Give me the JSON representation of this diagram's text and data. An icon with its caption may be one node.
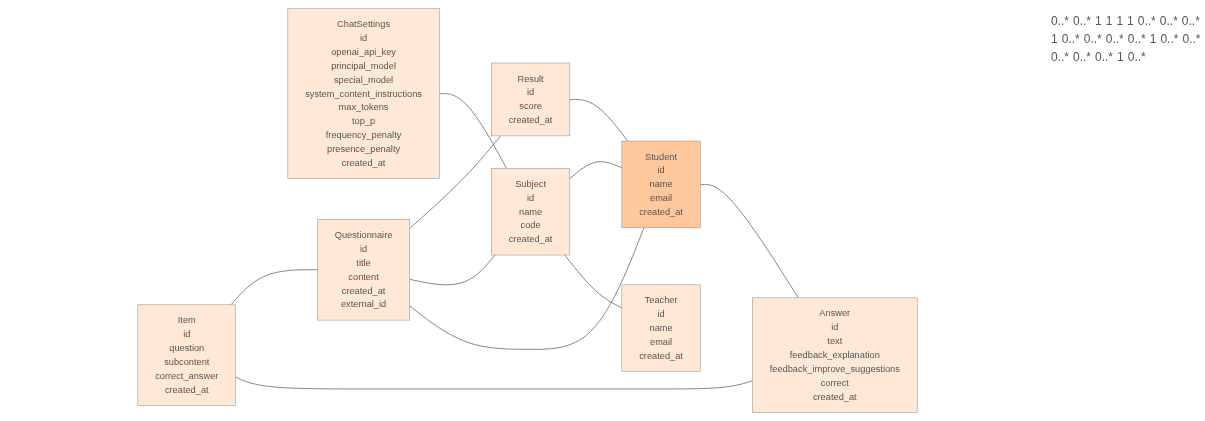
{
  "diagram": {
    "nodes": [
      {
        "text": [
          "Result",
          "id",
          "score",
          "created_at"
        ]
      },
      {
        "text": [
          "ChatSettings",
          "id",
          "openai_api_key",
          "principal_model",
          "special_model",
          "system_content_instructions",
          "max_tokens",
          "top_p",
          "frequency_penalty",
          "presence_penalty",
          "created_at"
        ]
      },
      {
        "text": [
          "Item",
          "id",
          "question",
          "subcontent",
          "correct_answer",
          "created_at"
        ]
      },
      {
        "text": [
          "Questionnaire",
          "id",
          "title",
          "content",
          "created_at",
          "external_id"
        ]
      },
      {
        "text": [
          "Subject",
          "id",
          "name",
          "code",
          "created_at"
        ]
      },
      {
        "text": [
          "Answer",
          "id",
          "text",
          "feedback_explanation",
          "feedback_improve_suggestions",
          "correct",
          "created_at"
        ]
      },
      {
        "text": [
          "Student",
          "id",
          "name",
          "email",
          "created_at"
        ]
      },
      {
        "text": [
          "Teacher",
          "id",
          "name",
          "email",
          "created_at"
        ]
      }
    ],
    "edges": [
      {
        "from": 3,
        "to": 0,
        "arrow": "none"
      },
      {
        "from": 2,
        "to": 3,
        "arrow": "none"
      },
      {
        "from": 0,
        "to": 6,
        "arrow": "none"
      },
      {
        "from": 3,
        "to": 4,
        "arrow": "none"
      },
      {
        "from": 1,
        "to": 4,
        "arrow": "none"
      },
      {
        "from": 2,
        "to": 5,
        "arrow": "none"
      },
      {
        "from": 3,
        "to": 6,
        "arrow": "none"
      },
      {
        "from": 4,
        "to": 6,
        "arrow": "none"
      },
      {
        "from": 4,
        "to": 7,
        "arrow": "none"
      },
      {
        "from": 6,
        "to": 5,
        "arrow": "none"
      }
    ],
    "labels": [
      "0..*",
      "0..*",
      "1",
      "1",
      "1",
      "1",
      "0..*",
      "0..*",
      "0..*",
      "1",
      "0..*",
      "0..*",
      "0..*",
      "0..*",
      "1",
      "0..*",
      "0..*",
      "0..*",
      "0..*",
      "0..*",
      "1",
      "0..*"
    ]
  }
}
